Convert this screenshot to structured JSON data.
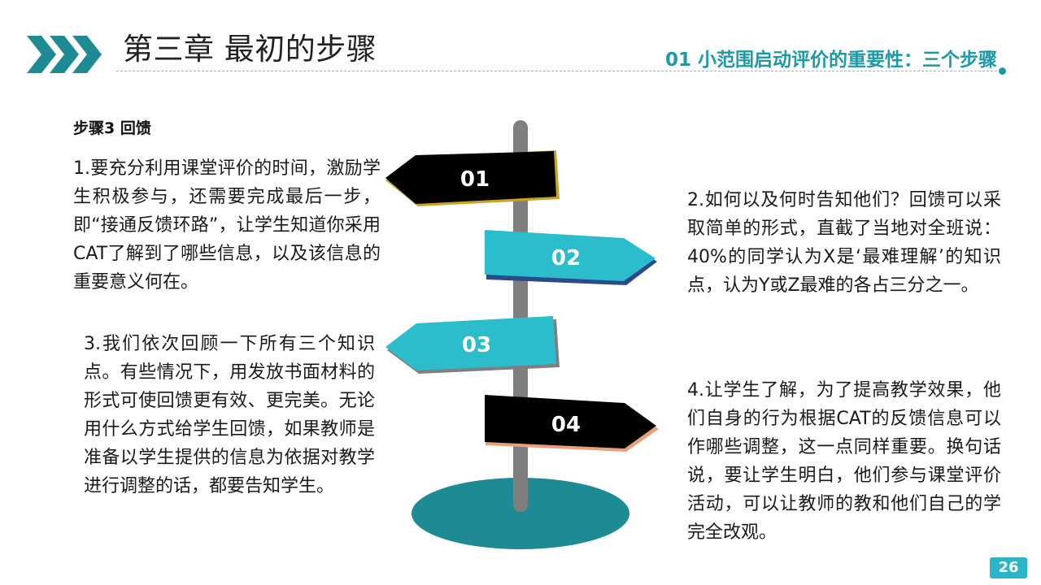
{
  "header": {
    "chapter_title": "第三章 最初的步骤",
    "section_title": "01 小范围启动评价的重要性：三个步骤"
  },
  "step_heading": "步骤3 回馈",
  "paragraphs": {
    "p1": "1.要充分利用课堂评价的时间，激励学生积极参与，还需要完成最后一步，即“接通反馈环路”，让学生知道你采用CAT了解到了哪些信息，以及该信息的重要意义何在。",
    "p2": "2.如何以及何时告知他们？回馈可以采取简单的形式，直截了当地对全班说：40%的同学认为X是‘最难理解’的知识点，认为Y或Z最难的各占三分之一。",
    "p3": "3.我们依次回顾一下所有三个知识点。有些情况下，用发放书面材料的形式可使回馈更有效、更完美。无论用什么方式给学生回馈，如果教师是准备以学生提供的信息为依据对教学进行调整的话，都要告知学生。",
    "p4": "4.让学生了解，为了提高教学效果，他们自身的行为根据CAT的反馈信息可以作哪些调整，这一点同样重要。换句话说，要让学生明白，他们参与课堂评价活动，可以让教师的教和他们自己的学完全改观。"
  },
  "signpost": {
    "signs": [
      "01",
      "02",
      "03",
      "04"
    ]
  },
  "page_number": "26",
  "colors": {
    "teal": "#1e9aa6",
    "cyan": "#2bbdcc",
    "black": "#000000",
    "base": "#1e8a93",
    "pole": "#7f7f7f"
  }
}
